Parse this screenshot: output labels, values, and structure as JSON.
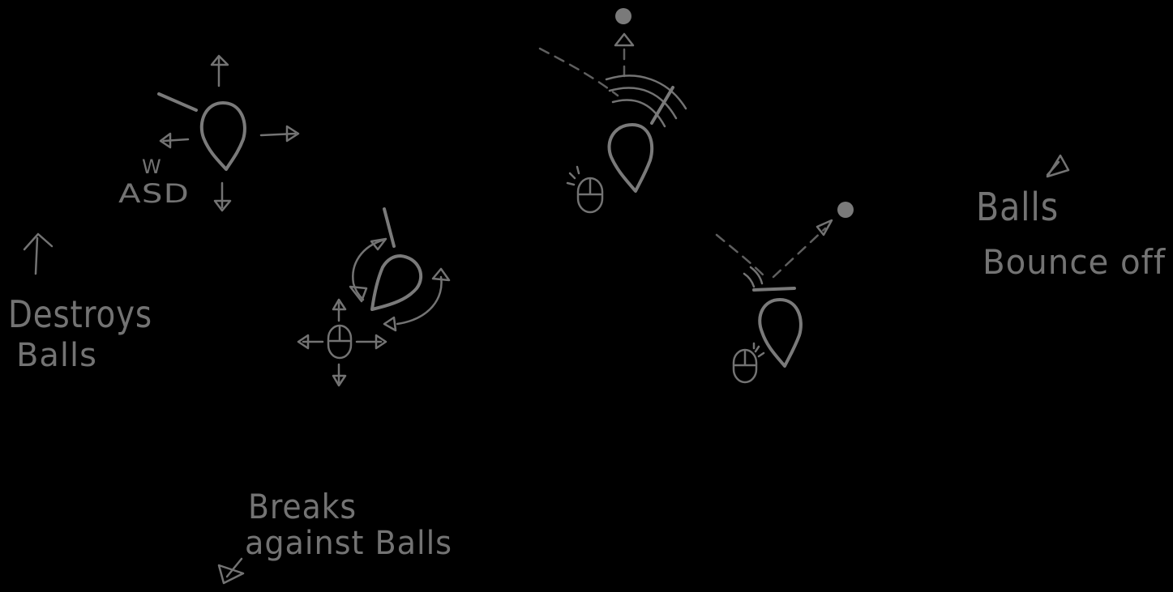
{
  "labels": {
    "keys_top": "W",
    "keys_bottom": "ASD",
    "destroys_line1": "Destroys",
    "destroys_line2": "Balls",
    "bounce_line1": "Balls",
    "bounce_line2": "Bounce off",
    "breaks_line1": "Breaks",
    "breaks_line2": "against Balls"
  },
  "colors": {
    "background": "#000000",
    "ink": "#7a7a7a"
  },
  "icons": [
    "player-teardrop-icon",
    "mouse-icon",
    "ball-icon",
    "arrow-icon",
    "shield-icon",
    "sword-icon"
  ]
}
